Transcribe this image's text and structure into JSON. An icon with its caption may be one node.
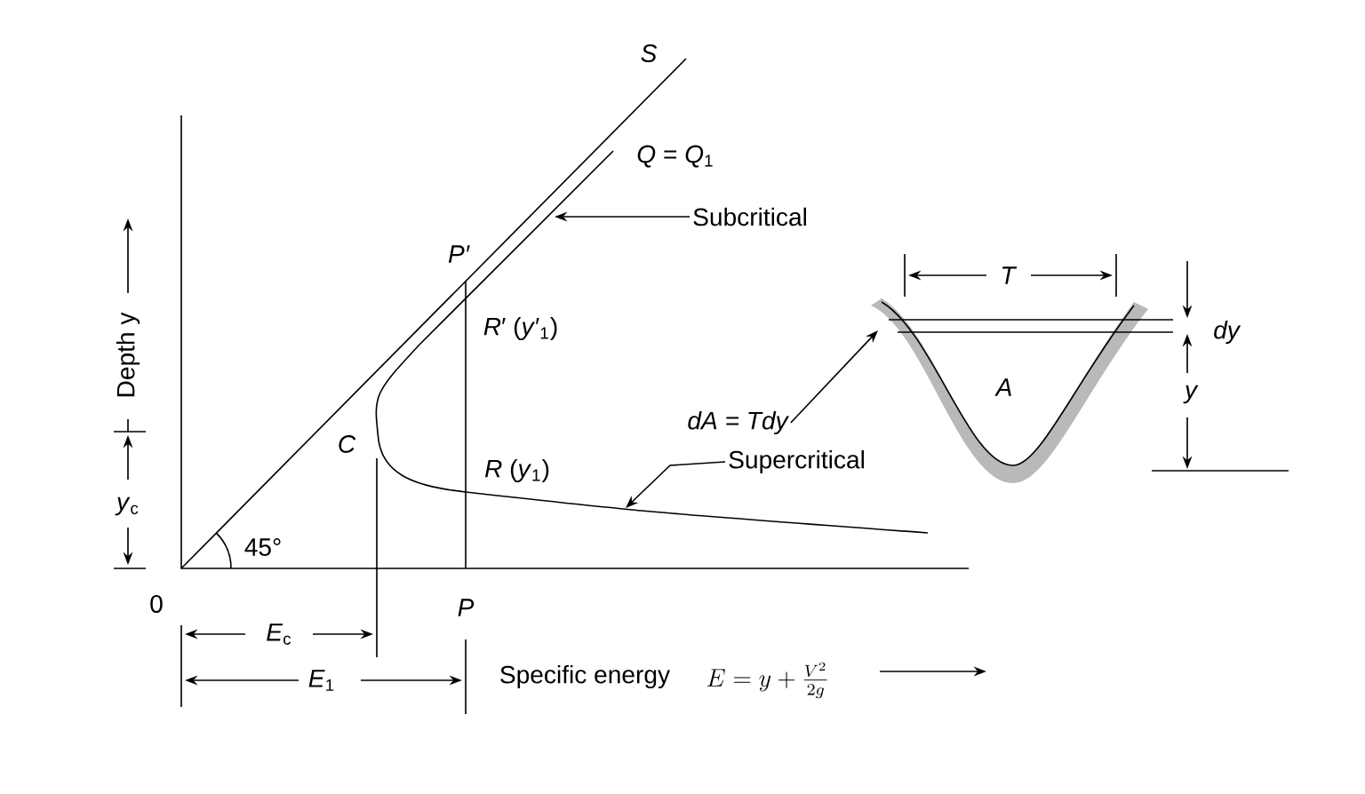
{
  "diagram": {
    "nodes": [
      {
        "text": [
          "Subcritical"
        ]
      },
      {
        "text": [
          "Supercritical"
        ]
      },
      {
        "text": [
          "dA = Tdy"
        ]
      }
    ],
    "edges": [
      {
        "from": 0,
        "to": null,
        "arrow": "to"
      },
      {
        "from": 1,
        "to": null,
        "arrow": "to"
      },
      {
        "from": 2,
        "to": null,
        "arrow": "to"
      }
    ],
    "labels": [
      "S",
      "*Q* = *Q*$_{1}$",
      "P′",
      "*R*′ (*y*′$_{1}$)",
      "C",
      "*R* (*y*$_{1}$)",
      "45°",
      "0",
      "P",
      "*E*$_{c}$",
      "*E*$_{1}$",
      "Specific energy",
      "E = y + \\frac{V^{2}}{2g}",
      "Depth y",
      "*y*$_{c}$",
      "T",
      "A",
      "dy",
      "y"
    ]
  }
}
